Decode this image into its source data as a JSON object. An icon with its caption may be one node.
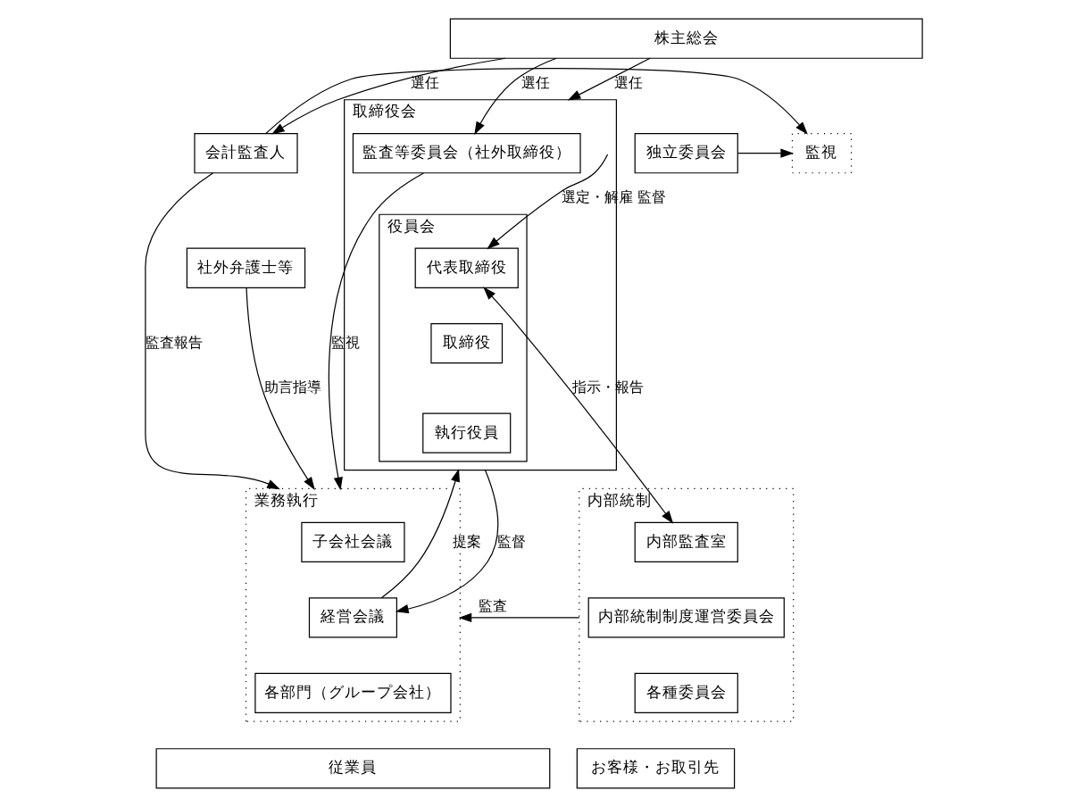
{
  "diagram": {
    "nodes": [
      {
        "text": [
          "株主総会"
        ]
      },
      {
        "text": [
          "会計監査人"
        ]
      },
      {
        "text": [
          "監視"
        ]
      },
      {
        "text": [
          "取締役会"
        ]
      },
      {
        "text": [
          "監査等委員会（社外取締役）"
        ],
        "in": 3
      },
      {
        "text": [
          "独立委員会"
        ]
      },
      {
        "text": [
          "業務執行"
        ]
      },
      {
        "text": [
          "役員会"
        ],
        "in": 3
      },
      {
        "text": [
          "代表取締役"
        ],
        "in": 7
      },
      {
        "text": [
          "子会社会議"
        ],
        "in": 6
      },
      {
        "text": [
          "取締役"
        ],
        "in": 7
      },
      {
        "text": [
          "社外弁護士等"
        ]
      },
      {
        "text": [
          "執行役員"
        ],
        "in": 7
      },
      {
        "text": [
          "内部統制"
        ]
      },
      {
        "text": [
          "内部監査室"
        ],
        "in": 13
      },
      {
        "text": [
          "内部統制制度運営委員会"
        ],
        "in": 13
      },
      {
        "text": [
          "経営会議"
        ],
        "in": 6
      },
      {
        "text": [
          "各種委員会"
        ],
        "in": 13
      },
      {
        "text": [
          "各部門（グループ会社）"
        ],
        "in": 6
      },
      {
        "text": [
          "従業員"
        ]
      },
      {
        "text": [
          "お客様・お取引先"
        ]
      }
    ],
    "edges": [
      {
        "from": 0,
        "to": 1,
        "arrow": "to",
        "label": "選任"
      },
      {
        "from": 0,
        "to": 4,
        "arrow": "to",
        "label": "選任"
      },
      {
        "from": 0,
        "to": 3,
        "arrow": "to",
        "label": "選任"
      },
      {
        "from": 1,
        "to": 2,
        "arrow": "to"
      },
      {
        "from": 1,
        "to": 6,
        "arrow": "to",
        "label": "監査報告"
      },
      {
        "from": 5,
        "to": 2,
        "arrow": "to"
      },
      {
        "from": 3,
        "to": 8,
        "arrow": "to",
        "label": "選定・解雇 監督"
      },
      {
        "from": 4,
        "to": 6,
        "arrow": "to",
        "label": "監視"
      },
      {
        "from": 11,
        "to": 6,
        "arrow": "to",
        "label": "助言指導"
      },
      {
        "from": 8,
        "to": 14,
        "arrow": "both",
        "label": "指示・報告"
      },
      {
        "from": 16,
        "to": 3,
        "arrow": "to",
        "label": "提案"
      },
      {
        "from": 3,
        "to": 16,
        "arrow": "to",
        "label": "監督"
      },
      {
        "from": 13,
        "to": 6,
        "arrow": "to",
        "label": "監査"
      }
    ]
  }
}
